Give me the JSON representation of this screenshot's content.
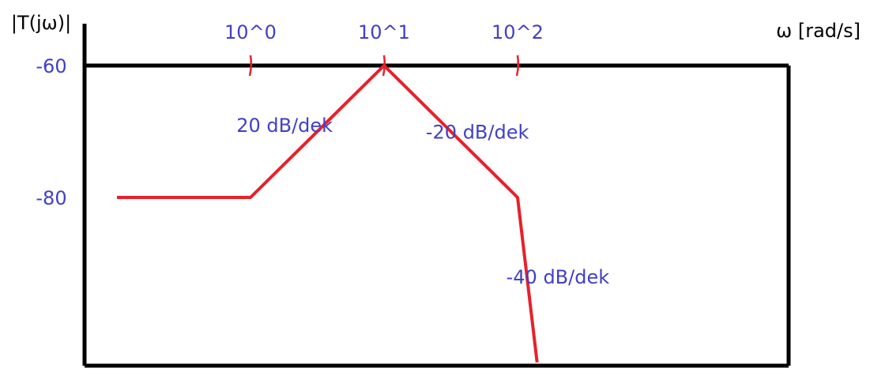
{
  "chart_data": {
    "type": "line",
    "title": "",
    "ylabel": "|T(jω)|",
    "xlabel": "ω [rad/s]",
    "x_scale": "log",
    "x_ticks": [
      {
        "value": 1,
        "label": "10^0"
      },
      {
        "value": 10,
        "label": "10^1"
      },
      {
        "value": 100,
        "label": "10^2"
      }
    ],
    "y_ticks": [
      {
        "value": -60,
        "label": "-60"
      },
      {
        "value": -80,
        "label": "-80"
      }
    ],
    "series": [
      {
        "color": "#e8202a",
        "points": [
          {
            "x": 0.1,
            "y": -80
          },
          {
            "x": 1,
            "y": -80
          },
          {
            "x": 10,
            "y": -60
          },
          {
            "x": 100,
            "y": -80
          },
          {
            "x": 140,
            "y": -105
          }
        ]
      }
    ],
    "annotations": [
      {
        "text": "20 dB/dek",
        "x": 1.8,
        "y": -69
      },
      {
        "text": "-20 dB/dek",
        "x": 50,
        "y": -70
      },
      {
        "text": "-40 dB/dek",
        "x": 200,
        "y": -92
      }
    ],
    "colors": {
      "axis": "#000000",
      "curve": "#e8202a",
      "label": "#4040c8",
      "axis_title": "#000000"
    },
    "grid": false
  }
}
